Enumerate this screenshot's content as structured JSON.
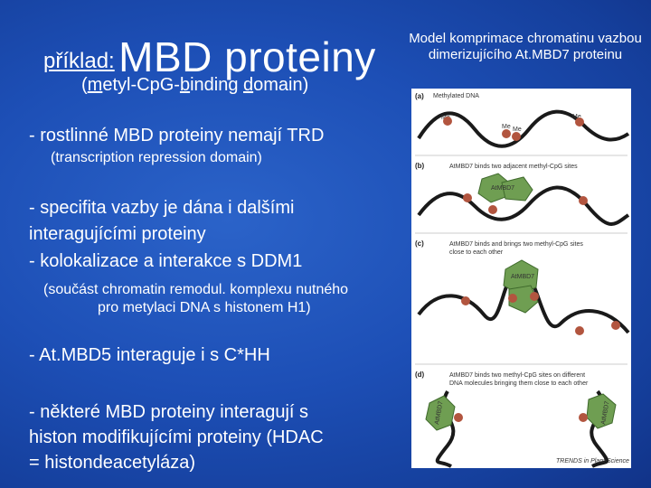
{
  "title": {
    "prefix": "příklad:",
    "main": "MBD proteiny",
    "subtitle_parts": [
      "(",
      "m",
      "etyl-Cp",
      "G",
      "-",
      "b",
      "inding ",
      "d",
      "omain)"
    ]
  },
  "bullets": {
    "b1": "- rostlinné MBD proteiny nemají TRD",
    "b1_note": "(transcription repression domain)",
    "b2_l1": "- specifita vazby je dána i dalšími",
    "b2_l2": "interagujícími proteiny",
    "b3": "- kolokalizace a interakce s DDM1",
    "b3_note_l1": "(součást chromatin remodul. komplexu nutného",
    "b3_note_l2": "pro metylaci DNA s histonem H1)",
    "b4": "- At.MBD5 interaguje i s C*HH",
    "b5_l1": "- některé MBD proteiny interagují s",
    "b5_l2": "histon modifikujícími proteiny (HDAC",
    "b5_l3": "= histondeacetyláza)"
  },
  "model_caption": "Model komprimace chromatinu vazbou dimerizujícího At.MBD7 proteinu",
  "figure": {
    "panel_a_label": "(a)",
    "panel_a_text": "Methylated DNA",
    "me": "Me",
    "panel_b_label": "(b)",
    "panel_b_text": "AtMBD7 binds two adjacent methyl-CpG sites",
    "protein": "AtMBD7",
    "panel_c_label": "(c)",
    "panel_c_text_l1": "AtMBD7 binds and brings two methyl-CpG sites",
    "panel_c_text_l2": "close to each other",
    "panel_d_label": "(d)",
    "panel_d_text_l1": "AtMBD7 binds two methyl-CpG sites on different",
    "panel_d_text_l2": "DNA molecules bringing them close to each other",
    "credit": "TRENDS in Plant Science"
  },
  "colors": {
    "background": "#1d4fb6",
    "text": "#ffffff",
    "dna": "#1a1a1a",
    "methyl_site": "#b2553f",
    "protein": "#6f9e52"
  }
}
